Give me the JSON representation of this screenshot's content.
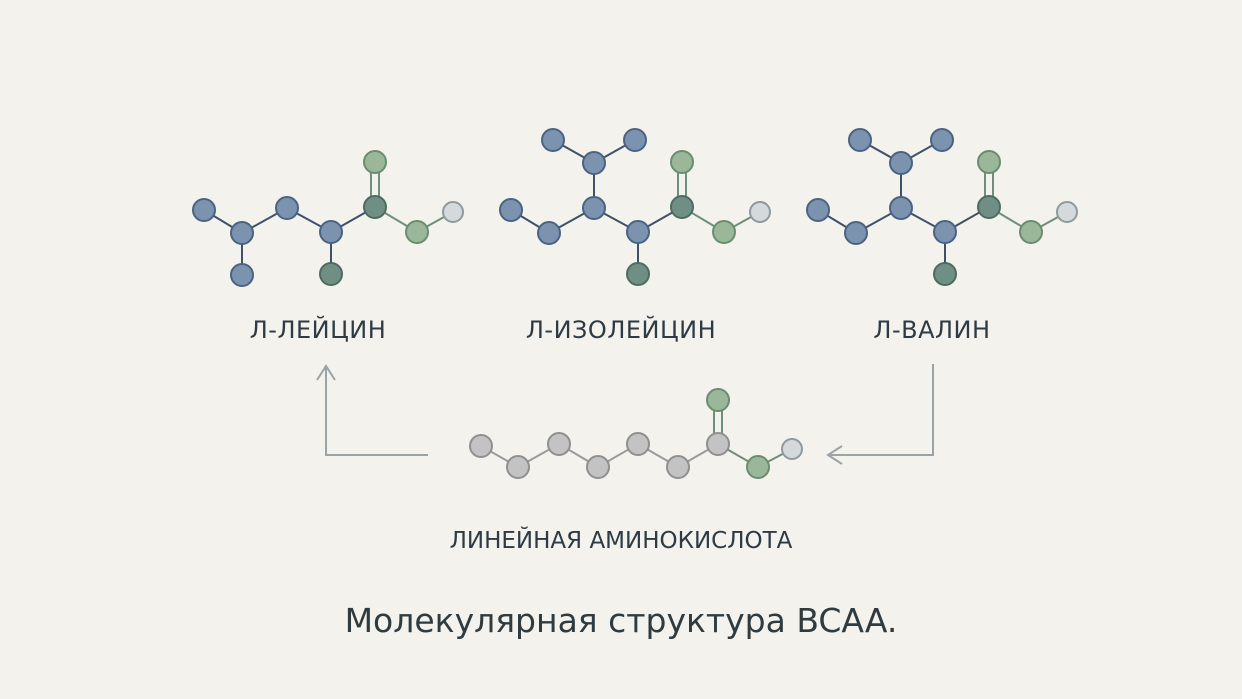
{
  "diagram": {
    "molecules": [
      {
        "key": "leucine",
        "label": "Л-ЛЕЙЦИН"
      },
      {
        "key": "isoleucine",
        "label": "Л-ИЗОЛЕЙЦИН"
      },
      {
        "key": "valine",
        "label": "Л-ВАЛИН"
      }
    ],
    "linear_label": "ЛИНЕЙНАЯ АМИНОКИСЛОТА",
    "caption": "Молекулярная структура BCAA."
  },
  "colors": {
    "background": "#f3f2ed",
    "carbon_blue": "#7b93ae",
    "carbon_teal": "#6f8f85",
    "oxygen_green": "#9bb79a",
    "hydrogen_light": "#d4d9db",
    "linear_gray": "#c3c3c3",
    "arrow": "#9aa3a6"
  }
}
